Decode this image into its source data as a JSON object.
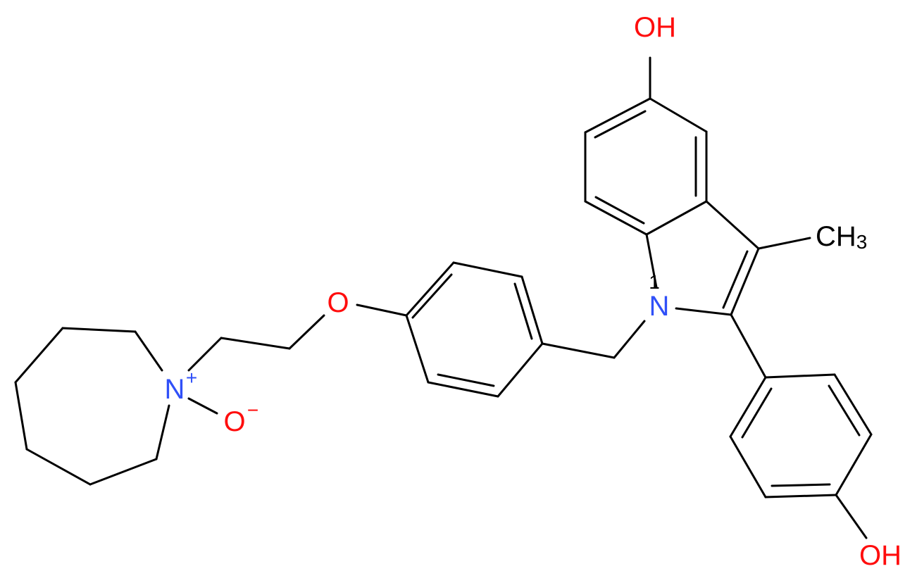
{
  "colors": {
    "bond": "#000000",
    "oxygen": "#ff0d0d",
    "nitrogen": "#3050f8",
    "carbon": "#000000",
    "background": "#ffffff"
  },
  "labels": {
    "oh_top": "OH",
    "ch3_main": "CH",
    "ch3_sub": "3",
    "n_indole": "N",
    "n_indole_locant": "1",
    "o_ether": "O",
    "n_azepane": "N",
    "n_charge": "+",
    "o_oxide": "O",
    "o_charge": "−",
    "oh_bottom": "OH"
  }
}
